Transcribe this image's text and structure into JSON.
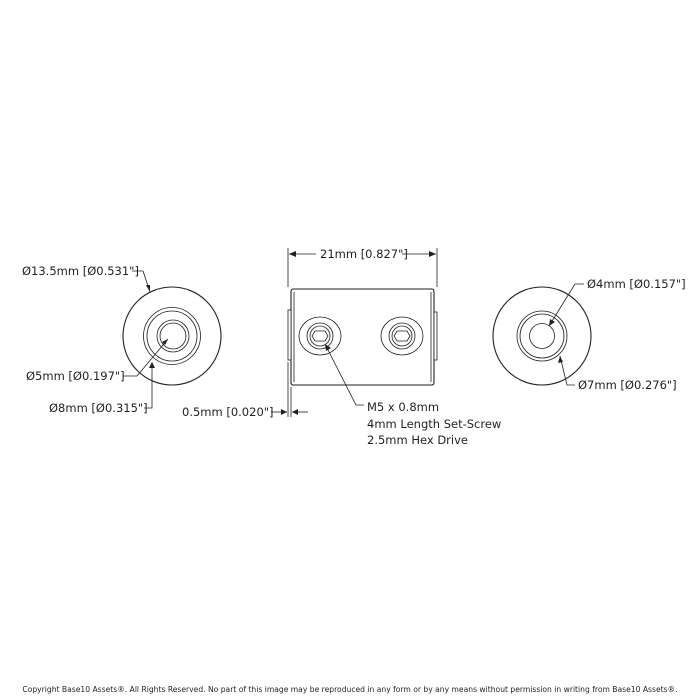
{
  "labels": {
    "left_outer_dia": "Ø13.5mm [Ø0.531\"]",
    "left_bore": "Ø5mm [Ø0.197\"]",
    "left_step": "Ø8mm [Ø0.315\"]",
    "length": "21mm [0.827\"]",
    "step_depth": "0.5mm [0.020\"]",
    "setscrew_line1": "M5 x 0.8mm",
    "setscrew_line2": "4mm Length Set-Screw",
    "setscrew_line3": "2.5mm Hex Drive",
    "right_bore": "Ø4mm [Ø0.157\"]",
    "right_step": "Ø7mm [Ø0.276\"]"
  },
  "copyright": "Copyright Base10 Assets®.  All Rights Reserved. No part of this image may be reproduced in any form or by any means without permission in writing from Base10 Assets®."
}
